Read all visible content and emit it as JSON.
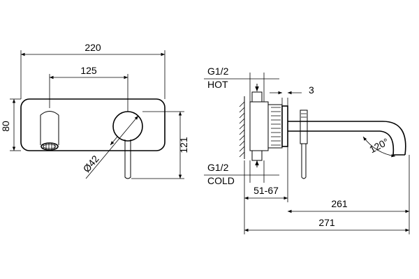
{
  "front_view": {
    "dim_width": "220",
    "dim_spacing": "125",
    "dim_height": "80",
    "dim_handle_height": "121",
    "dim_diameter": "Ø42"
  },
  "side_view": {
    "hot_size": "G1/2",
    "hot_label": "HOT",
    "cold_size": "G1/2",
    "cold_label": "COLD",
    "dim_plate": "3",
    "dim_depth": "51-67",
    "dim_spout": "261",
    "dim_total": "271",
    "dim_angle": "120°"
  }
}
